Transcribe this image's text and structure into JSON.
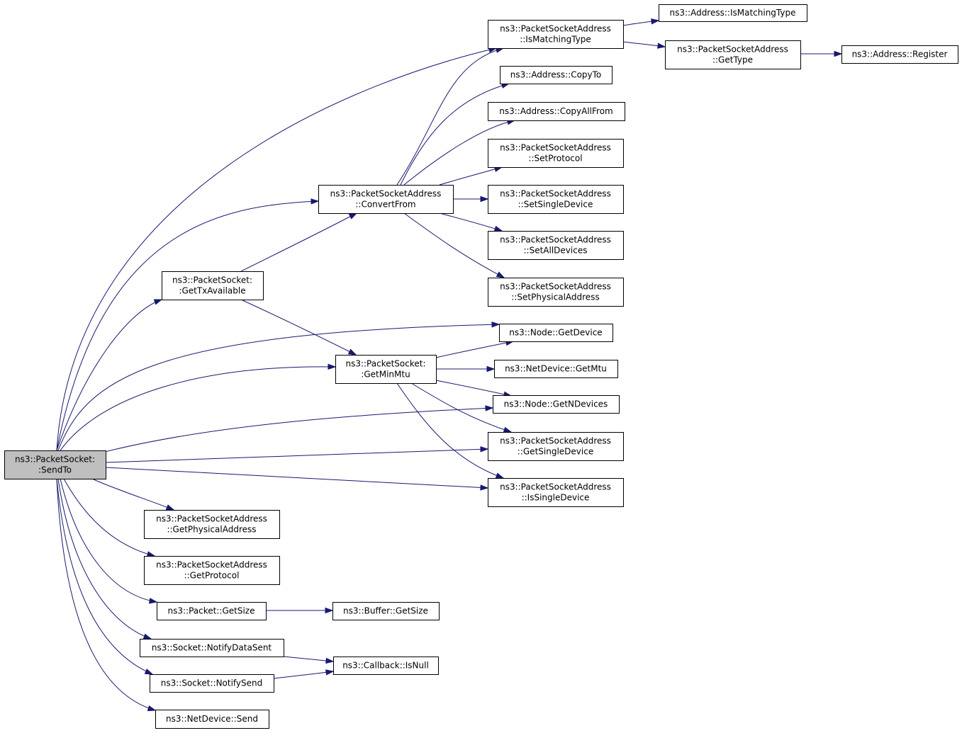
{
  "graph": {
    "nodes": [
      {
        "id": "sendto",
        "lines": [
          "ns3::PacketSocket:",
          ":SendTo"
        ],
        "root": true
      },
      {
        "id": "pktismatch",
        "lines": [
          "ns3::PacketSocketAddress",
          "::IsMatchingType"
        ]
      },
      {
        "id": "addrismatch",
        "lines": [
          "ns3::Address::IsMatchingType"
        ]
      },
      {
        "id": "pktgettype",
        "lines": [
          "ns3::PacketSocketAddress",
          "::GetType"
        ]
      },
      {
        "id": "addrregister",
        "lines": [
          "ns3::Address::Register"
        ]
      },
      {
        "id": "addrcopyto",
        "lines": [
          "ns3::Address::CopyTo"
        ]
      },
      {
        "id": "addrcopyallfrom",
        "lines": [
          "ns3::Address::CopyAllFrom"
        ]
      },
      {
        "id": "pktsetprotocol",
        "lines": [
          "ns3::PacketSocketAddress",
          "::SetProtocol"
        ]
      },
      {
        "id": "convertfrom",
        "lines": [
          "ns3::PacketSocketAddress",
          "::ConvertFrom"
        ]
      },
      {
        "id": "pktsetsingle",
        "lines": [
          "ns3::PacketSocketAddress",
          "::SetSingleDevice"
        ]
      },
      {
        "id": "pktsetall",
        "lines": [
          "ns3::PacketSocketAddress",
          "::SetAllDevices"
        ]
      },
      {
        "id": "pktsetphys",
        "lines": [
          "ns3::PacketSocketAddress",
          "::SetPhysicalAddress"
        ]
      },
      {
        "id": "gettxavail",
        "lines": [
          "ns3::PacketSocket:",
          ":GetTxAvailable"
        ]
      },
      {
        "id": "nodegetdevice",
        "lines": [
          "ns3::Node::GetDevice"
        ]
      },
      {
        "id": "getminmtu",
        "lines": [
          "ns3::PacketSocket:",
          ":GetMinMtu"
        ]
      },
      {
        "id": "netgetmtu",
        "lines": [
          "ns3::NetDevice::GetMtu"
        ]
      },
      {
        "id": "nodegetn",
        "lines": [
          "ns3::Node::GetNDevices"
        ]
      },
      {
        "id": "pktgetsingle",
        "lines": [
          "ns3::PacketSocketAddress",
          "::GetSingleDevice"
        ]
      },
      {
        "id": "pktissingle",
        "lines": [
          "ns3::PacketSocketAddress",
          "::IsSingleDevice"
        ]
      },
      {
        "id": "pktgetphys",
        "lines": [
          "ns3::PacketSocketAddress",
          "::GetPhysicalAddress"
        ]
      },
      {
        "id": "pktgetproto",
        "lines": [
          "ns3::PacketSocketAddress",
          "::GetProtocol"
        ]
      },
      {
        "id": "packetgetsize",
        "lines": [
          "ns3::Packet::GetSize"
        ]
      },
      {
        "id": "buffergetsize",
        "lines": [
          "ns3::Buffer::GetSize"
        ]
      },
      {
        "id": "notifydatasent",
        "lines": [
          "ns3::Socket::NotifyDataSent"
        ]
      },
      {
        "id": "callbackisnull",
        "lines": [
          "ns3::Callback::IsNull"
        ]
      },
      {
        "id": "notifysend",
        "lines": [
          "ns3::Socket::NotifySend"
        ]
      },
      {
        "id": "netsend",
        "lines": [
          "ns3::NetDevice::Send"
        ]
      }
    ],
    "edges": [
      [
        "sendto",
        "pktismatch"
      ],
      [
        "sendto",
        "convertfrom"
      ],
      [
        "sendto",
        "gettxavail"
      ],
      [
        "sendto",
        "nodegetdevice"
      ],
      [
        "sendto",
        "getminmtu"
      ],
      [
        "sendto",
        "nodegetn"
      ],
      [
        "sendto",
        "pktgetsingle"
      ],
      [
        "sendto",
        "pktissingle"
      ],
      [
        "sendto",
        "pktgetphys"
      ],
      [
        "sendto",
        "pktgetproto"
      ],
      [
        "sendto",
        "packetgetsize"
      ],
      [
        "sendto",
        "notifydatasent"
      ],
      [
        "sendto",
        "notifysend"
      ],
      [
        "sendto",
        "netsend"
      ],
      [
        "pktismatch",
        "addrismatch"
      ],
      [
        "pktismatch",
        "pktgettype"
      ],
      [
        "pktgettype",
        "addrregister"
      ],
      [
        "convertfrom",
        "pktismatch"
      ],
      [
        "convertfrom",
        "addrcopyto"
      ],
      [
        "convertfrom",
        "addrcopyallfrom"
      ],
      [
        "convertfrom",
        "pktsetprotocol"
      ],
      [
        "convertfrom",
        "pktsetsingle"
      ],
      [
        "convertfrom",
        "pktsetall"
      ],
      [
        "convertfrom",
        "pktsetphys"
      ],
      [
        "gettxavail",
        "convertfrom"
      ],
      [
        "gettxavail",
        "getminmtu"
      ],
      [
        "getminmtu",
        "nodegetdevice"
      ],
      [
        "getminmtu",
        "netgetmtu"
      ],
      [
        "getminmtu",
        "nodegetn"
      ],
      [
        "getminmtu",
        "pktgetsingle"
      ],
      [
        "getminmtu",
        "pktissingle"
      ],
      [
        "packetgetsize",
        "buffergetsize"
      ],
      [
        "notifydatasent",
        "callbackisnull"
      ],
      [
        "notifysend",
        "callbackisnull"
      ]
    ]
  }
}
